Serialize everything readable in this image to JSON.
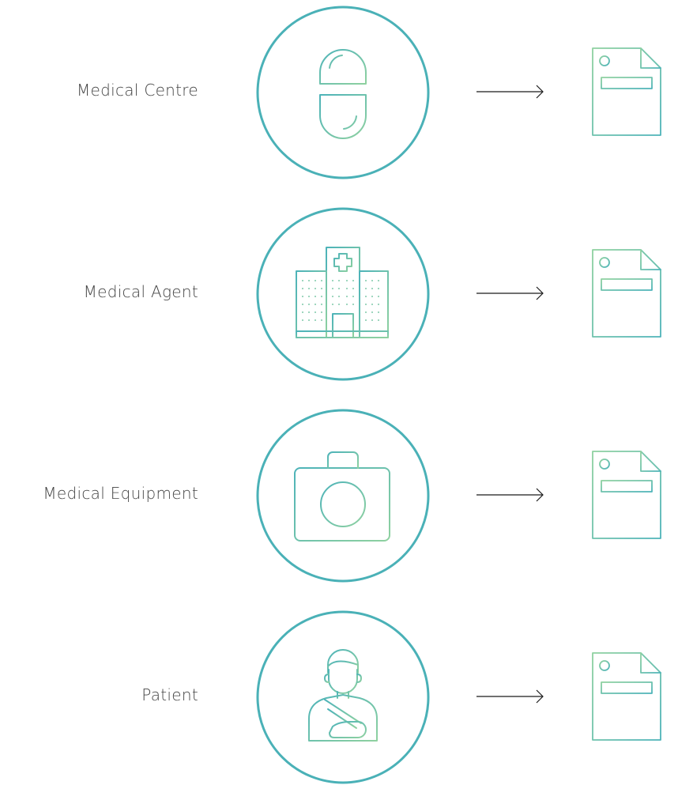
{
  "colors": {
    "circle_stroke": "#4ab1b7",
    "icon_gradient_start": "#4db3b9",
    "icon_gradient_end": "#8fd1a0",
    "arrow": "#1a1a1a",
    "label_text": "#444444"
  },
  "rows": [
    {
      "label": "Medical Centre",
      "icon": "capsule-icon",
      "target_icon": "document-icon"
    },
    {
      "label": "Medical Agent",
      "icon": "hospital-icon",
      "target_icon": "document-icon"
    },
    {
      "label": "Medical Equipment",
      "icon": "first-aid-kit-icon",
      "target_icon": "document-icon"
    },
    {
      "label": "Patient",
      "icon": "patient-icon",
      "target_icon": "document-icon"
    }
  ]
}
